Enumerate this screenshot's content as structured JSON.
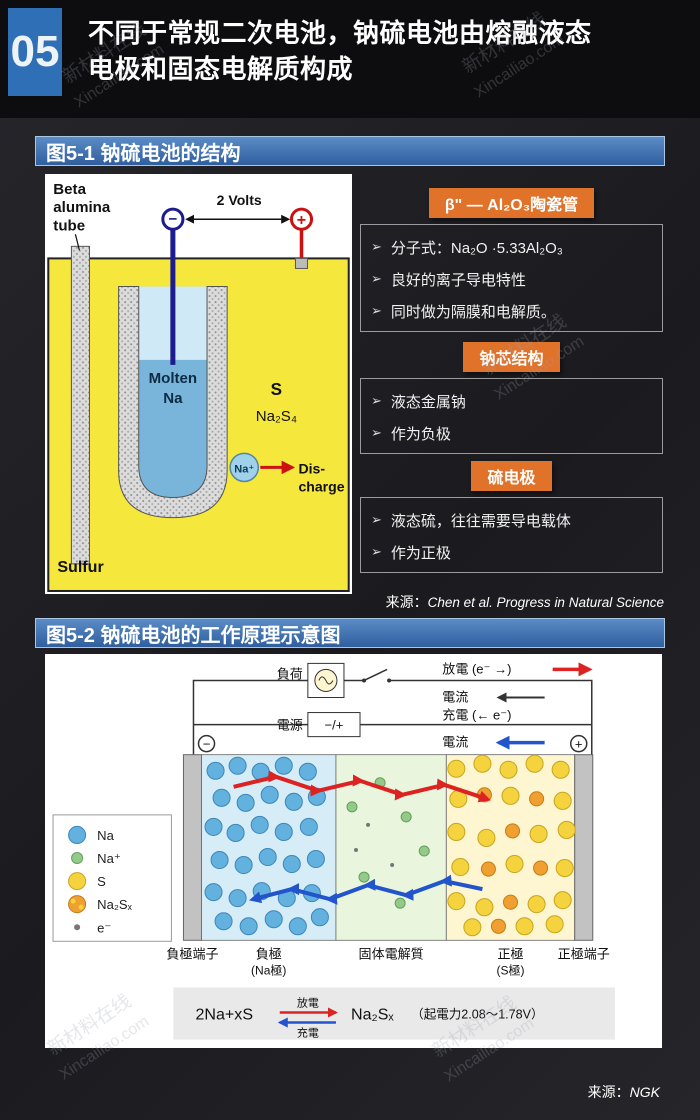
{
  "header": {
    "page_number": "05",
    "title_line1": "不同于常规二次电池，钠硫电池由熔融液态",
    "title_line2": "电极和固态电解质构成"
  },
  "watermark": {
    "line1": "新材料在线",
    "line2": "Xincailiao.com"
  },
  "section1": {
    "header": "图5-1 钠硫电池的结构",
    "source_prefix": "来源：",
    "source_text": "Chen et al. Progress in Natural Science",
    "diagram": {
      "beta_line1": "Beta",
      "beta_line2": "alumina",
      "beta_line3": "tube",
      "volts": "2 Volts",
      "minus": "−",
      "plus": "+",
      "molten_line1": "Molten",
      "molten_line2": "Na",
      "s": "S",
      "na2s4": "Na₂S₄",
      "na_ion": "Na⁺",
      "discharge_line1": "Dis-",
      "discharge_line2": "charge",
      "sulfur": "Sulfur"
    },
    "groups": [
      {
        "tag": "β\" — Al₂O₃陶瓷管",
        "bullets": [
          "分子式：Na₂O ·5.33Al₂O₃",
          "良好的离子导电特性",
          "同时做为隔膜和电解质。"
        ]
      },
      {
        "tag": "钠芯结构",
        "bullets": [
          "液态金属钠",
          "作为负极"
        ]
      },
      {
        "tag": "硫电极",
        "bullets": [
          "液态硫，往往需要导电载体",
          "作为正极"
        ]
      }
    ]
  },
  "section2": {
    "header": "图5-2 钠硫电池的工作原理示意图",
    "source_prefix": "来源：",
    "source_text": "NGK",
    "circuit": {
      "load_label": "負荷",
      "source_label": "電源",
      "source_symbol": "−/+",
      "minus_terminal": "−",
      "plus_terminal": "+",
      "row1": "放電 (e⁻ →)",
      "row2": "電流",
      "row3": "充電 (← e⁻)",
      "row4": "電流"
    },
    "legend": [
      {
        "label": "Na",
        "color": "#62b1de"
      },
      {
        "label": "Na⁺",
        "color": "#93c989"
      },
      {
        "label": "S",
        "color": "#f5d33f"
      },
      {
        "label": "Na₂Sₓ",
        "color": "#f0a031"
      },
      {
        "label": "e⁻",
        "color": "#777777"
      }
    ],
    "cell_labels": {
      "neg_terminal": "負極端子",
      "neg": "負極",
      "neg_sub": "(Na極)",
      "electrolyte": "固体電解質",
      "pos": "正極",
      "pos_sub": "(S極)",
      "pos_terminal": "正極端子"
    },
    "equation": {
      "lhs": "2Na+xS",
      "top": "放電",
      "bottom": "充電",
      "rhs": "Na₂Sₓ",
      "note": "（起電力2.08～1.78V）"
    }
  }
}
